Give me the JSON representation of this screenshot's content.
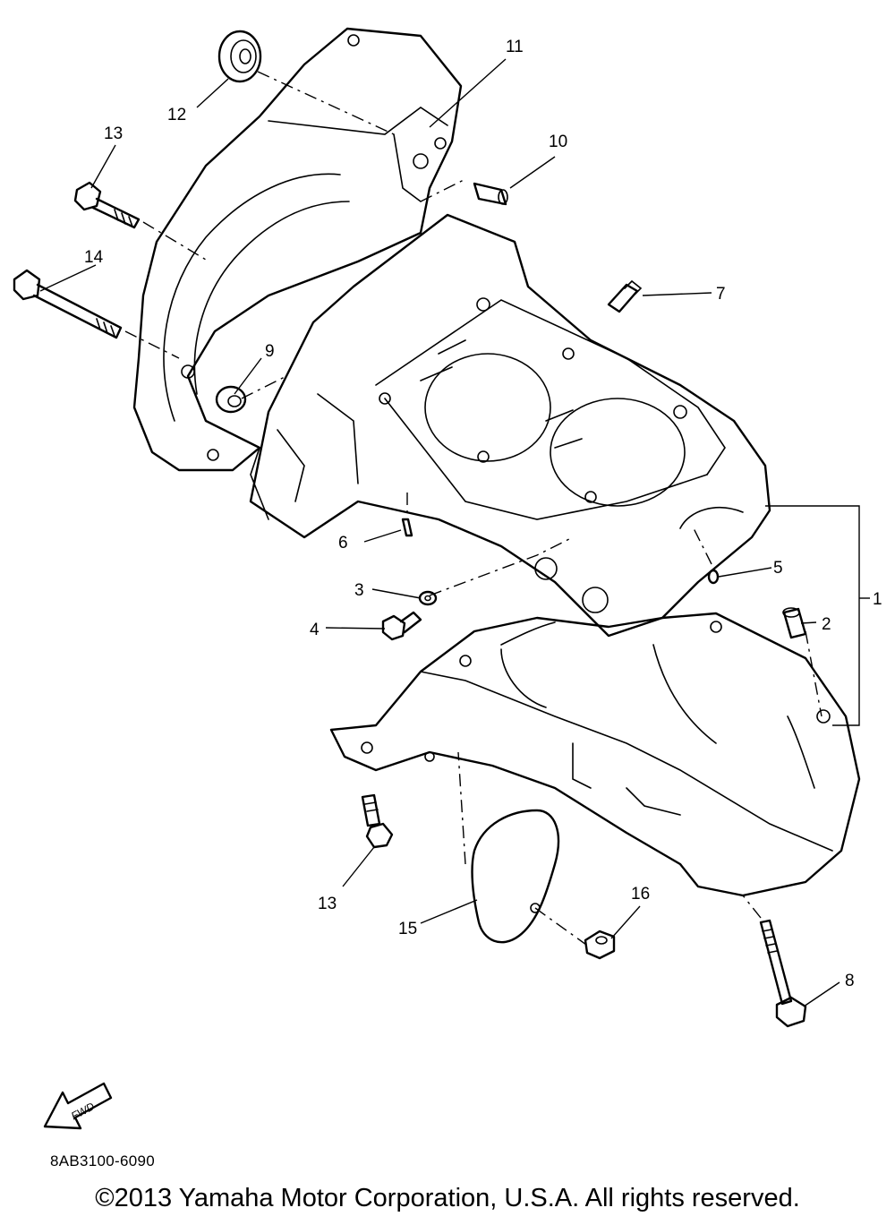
{
  "diagram": {
    "callouts": [
      "1",
      "2",
      "3",
      "4",
      "5",
      "6",
      "7",
      "8",
      "9",
      "10",
      "11",
      "12",
      "13",
      "14",
      "13",
      "15",
      "16"
    ],
    "fwd_label": "FWD",
    "icons": [
      "fwd-arrow-icon"
    ]
  },
  "footer": {
    "code": "8AB3100-6090",
    "copyright": "©2013 Yamaha Motor Corporation, U.S.A. All rights reserved."
  }
}
